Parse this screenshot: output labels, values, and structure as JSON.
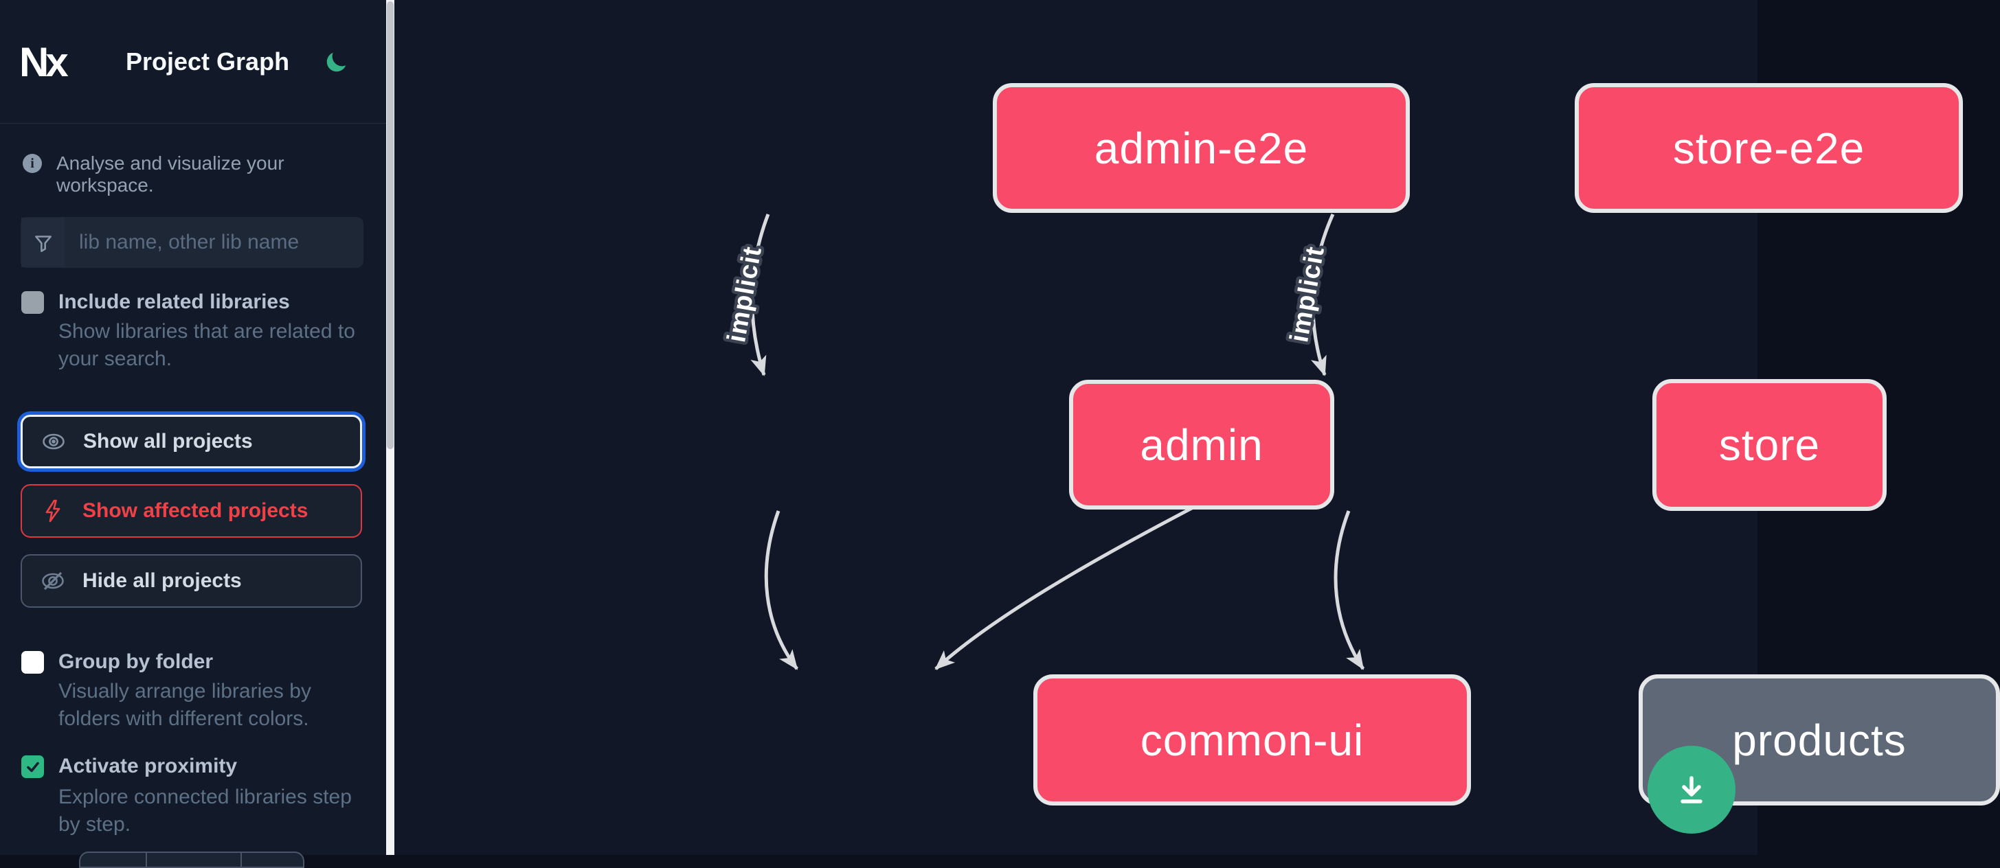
{
  "app": {
    "brand": "Nx",
    "title": "Project Graph",
    "theme_toggle_icon": "moon-icon"
  },
  "sidebar": {
    "tagline": "Analyse and visualize your workspace.",
    "search": {
      "placeholder": "lib name, other lib name",
      "value": "",
      "icon": "funnel-icon"
    },
    "include_related": {
      "label": "Include related libraries",
      "description": "Show libraries that are related to your search.",
      "checked": false
    },
    "actions": [
      {
        "label": "Show all projects",
        "icon": "eye-icon",
        "focused": true
      },
      {
        "label": "Show affected projects",
        "icon": "bolt-icon",
        "variant": "affected"
      },
      {
        "label": "Hide all projects",
        "icon": "eye-off-icon"
      }
    ],
    "group_by_folder": {
      "label": "Group by folder",
      "description": "Visually arrange libraries by folders with different colors.",
      "checked": false
    },
    "activate_proximity": {
      "label": "Activate proximity",
      "description": "Explore connected libraries step by step.",
      "checked": true
    }
  },
  "graph": {
    "nodes": [
      {
        "id": "admin-e2e",
        "label": "admin-e2e",
        "status": "affected"
      },
      {
        "id": "store-e2e",
        "label": "store-e2e",
        "status": "affected"
      },
      {
        "id": "admin",
        "label": "admin",
        "status": "affected"
      },
      {
        "id": "store",
        "label": "store",
        "status": "affected"
      },
      {
        "id": "common-ui",
        "label": "common-ui",
        "status": "affected"
      },
      {
        "id": "products",
        "label": "products",
        "status": "normal"
      }
    ],
    "edges": [
      {
        "from": "admin-e2e",
        "to": "admin",
        "label": "implicit"
      },
      {
        "from": "store-e2e",
        "to": "store",
        "label": "implicit"
      },
      {
        "from": "admin",
        "to": "common-ui",
        "label": ""
      },
      {
        "from": "store",
        "to": "common-ui",
        "label": ""
      },
      {
        "from": "store",
        "to": "products",
        "label": ""
      }
    ]
  },
  "fab": {
    "action": "download",
    "icon": "download-icon"
  },
  "colors": {
    "sidebar_bg": "#121a29",
    "canvas_bg": "#111726",
    "node_affected": "#fa4a69",
    "node_normal": "#5f6877",
    "node_border": "#e6e7e9",
    "edge": "#d8dadd",
    "accent_green": "#35b286",
    "focus_blue": "#1e5ed6",
    "affected_red": "#ef4146"
  }
}
